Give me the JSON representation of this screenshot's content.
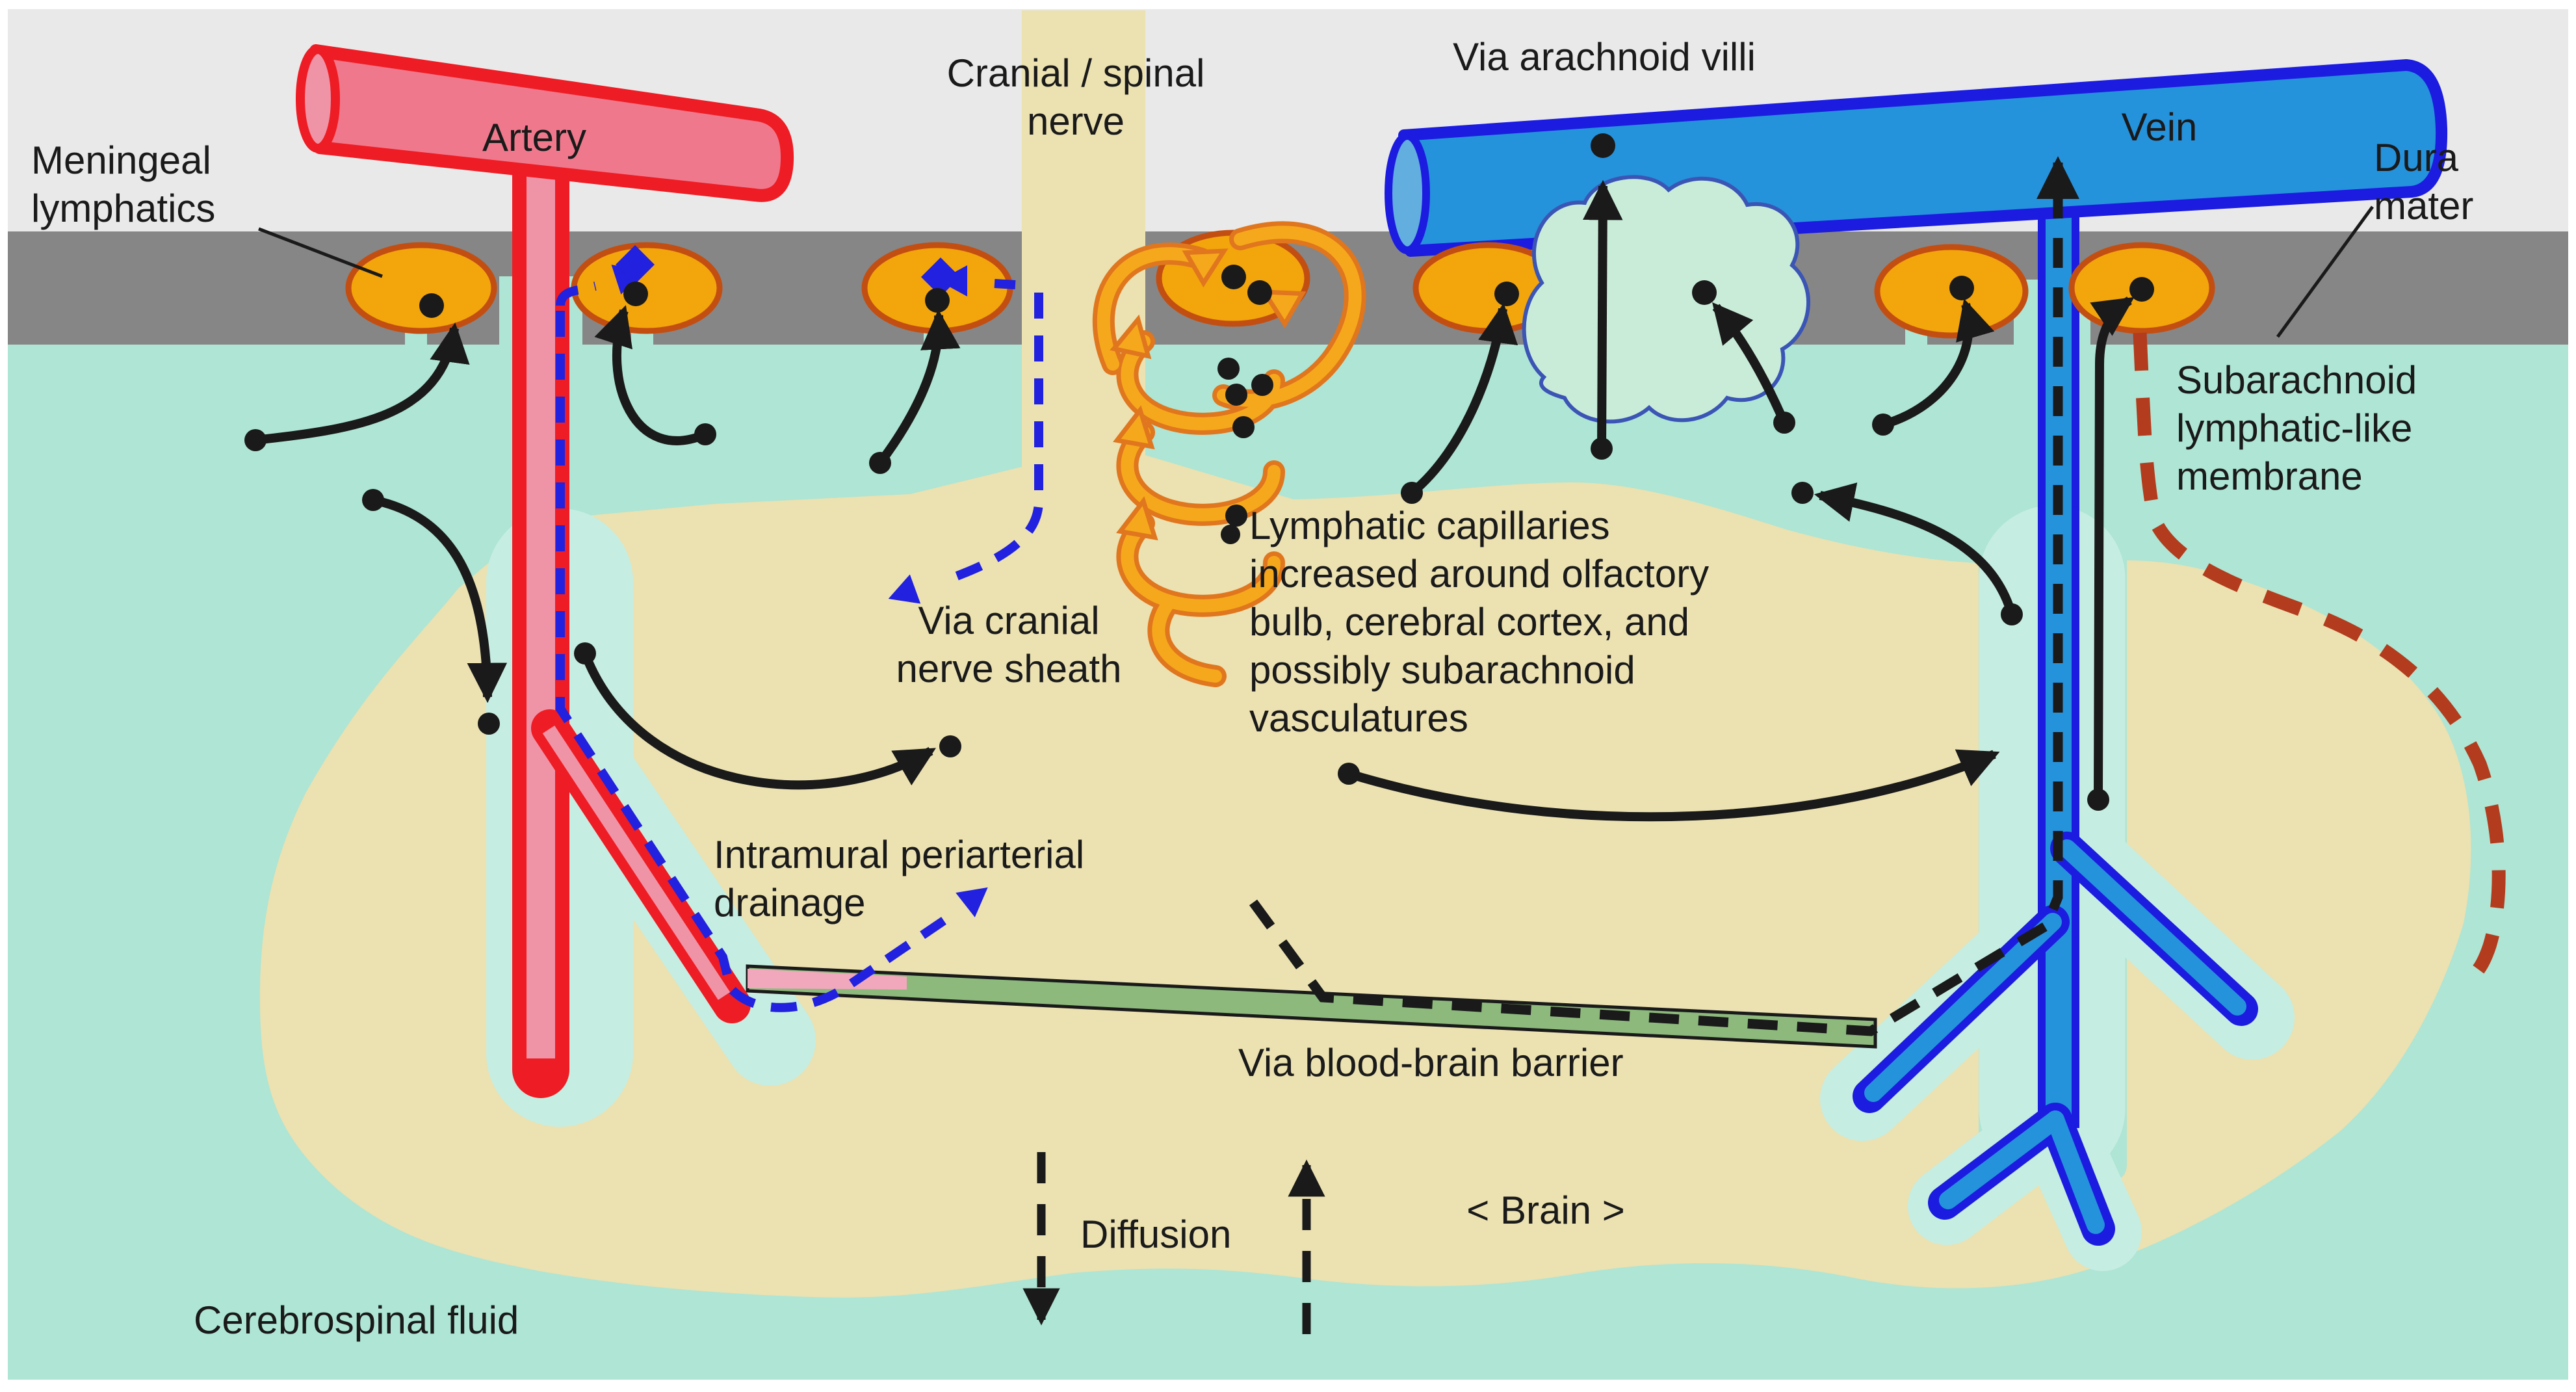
{
  "figure": {
    "description": "Schematic of cerebrospinal fluid drainage routes through meningeal lymphatics, arachnoid villi, cranial nerve sheath, periarterial and blood-brain-barrier pathways"
  },
  "labels": {
    "meningeal": "Meningeal\nlymphatics",
    "artery": "Artery",
    "cranial_nerve": "Cranial / spinal\nnerve",
    "arachnoid_villi": "Via arachnoid villi",
    "vein": "Vein",
    "dura_mater": "Dura\nmater",
    "slym": "Subarachnoid\nlymphatic-like\nmembrane",
    "via_cranial": "Via cranial\nnerve sheath",
    "lymph_capillaries": "Lymphatic capillaries\nincreased around olfactory\nbulb, cerebral cortex, and\npossibly subarachnoid\nvasculatures",
    "intramural": "Intramural periarterial\ndrainage",
    "bbb": "Via blood-brain barrier",
    "diffusion": "Diffusion",
    "brain": "< Brain >",
    "csf": "Cerebrospinal fluid"
  },
  "colors": {
    "artery-red": "#ee1c24",
    "artery-fill": "#f0788c",
    "artery-lumen": "#ef93a6",
    "vein-dark": "#1c1ce0",
    "vein-fill": "#2592dc",
    "vein-cap": "#62aede",
    "lymph-fill": "#f3a50c",
    "lymph-stroke": "#c34e12",
    "csf": "#aee5d4",
    "halo": "#c6ede1",
    "brain": "#ebe1b1",
    "dura": "#868686",
    "topband": "#e9e9e9",
    "swirl": "#f6a81c",
    "swirl-out": "#e0761e",
    "cloud": "#c9ecd9",
    "cloud-stroke": "#3b55b5",
    "wedge": "#8db97c",
    "wedge-pink": "#f2a8bc",
    "route-blue": "#2121df",
    "membrane": "#b23c1d",
    "ink": "#1a1a1a"
  }
}
